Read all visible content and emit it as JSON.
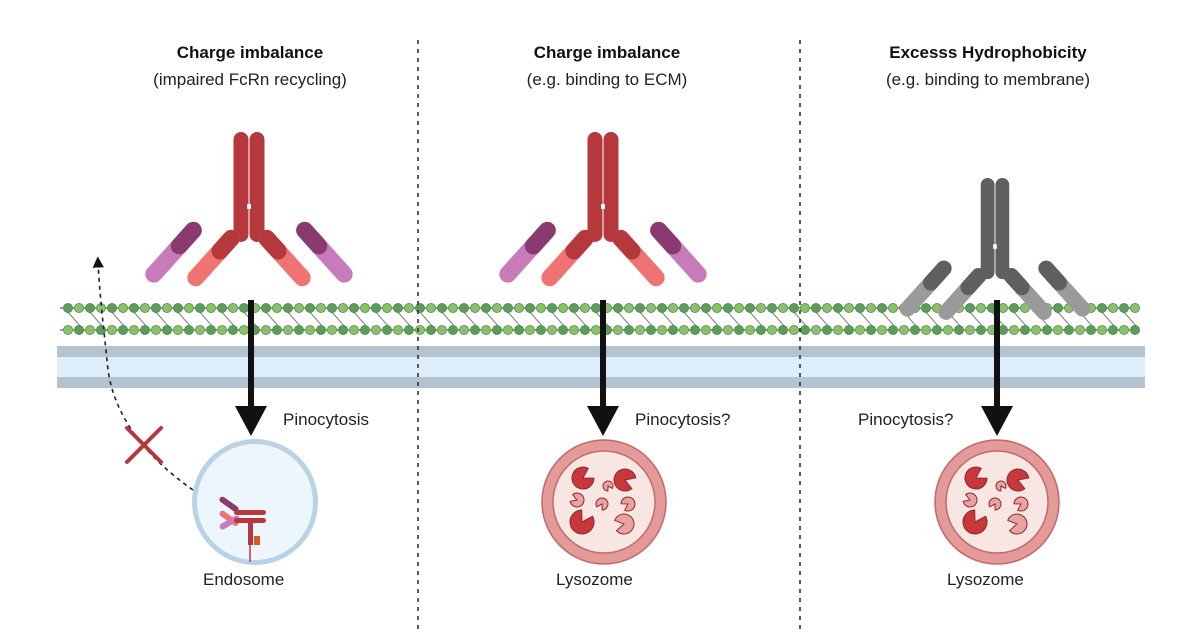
{
  "panels": [
    {
      "title": "Charge imbalance",
      "subtitle": "(impaired FcRn recycling)",
      "arrow_label": "Pinocytosis",
      "vesicle_label": "Endosome"
    },
    {
      "title": "Charge imbalance",
      "subtitle": "(e.g. binding to ECM)",
      "arrow_label": "Pinocytosis?",
      "vesicle_label": "Lysozome"
    },
    {
      "title": "Excesss Hydrophobicity",
      "subtitle": "(e.g. binding to membrane)",
      "arrow_label": "Pinocytosis?",
      "vesicle_label": "Lysozome"
    }
  ],
  "colors": {
    "antibody_heavy": "#b5393c",
    "antibody_light_dark": "#8a3a6e",
    "antibody_light_pink": "#c77bb8",
    "antibody_fab_salmon": "#f07373",
    "antibody_grey_dark": "#5f5f5f",
    "antibody_grey_light": "#9a9a9a",
    "ecm_bead_dark": "#5a9e5a",
    "ecm_bead_light": "#8cc06a",
    "membrane_outer": "#b3c3d0",
    "membrane_inner": "#ddeefa",
    "lysosome_outer": "#e49a99",
    "lysosome_inner": "#f8e6e3",
    "endosome_fill": "#eef6fd",
    "endosome_ring": "#b9d3e6",
    "block_x": "#b5393c",
    "arrow": "#111111"
  },
  "icons": [
    "antibody-icon",
    "ecm-fiber-icon",
    "cell-membrane-icon",
    "endosome-icon",
    "lysosome-icon",
    "blocked-recycling-x-icon",
    "recycling-arrow-icon"
  ]
}
